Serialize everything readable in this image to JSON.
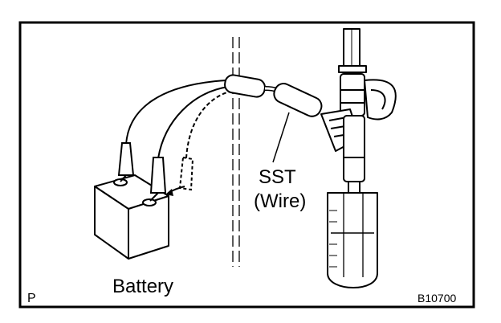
{
  "labels": {
    "sst": "SST",
    "wire": "(Wire)",
    "battery": "Battery",
    "corner": "P",
    "figure_code": "B10700"
  },
  "icons": {
    "battery": "battery-icon",
    "fuel_injector": "injector-icon",
    "measuring_cylinder": "graduated-cylinder-icon",
    "alligator_clip": "clip-icon"
  },
  "colors": {
    "ink": "#000000",
    "background": "#ffffff"
  }
}
